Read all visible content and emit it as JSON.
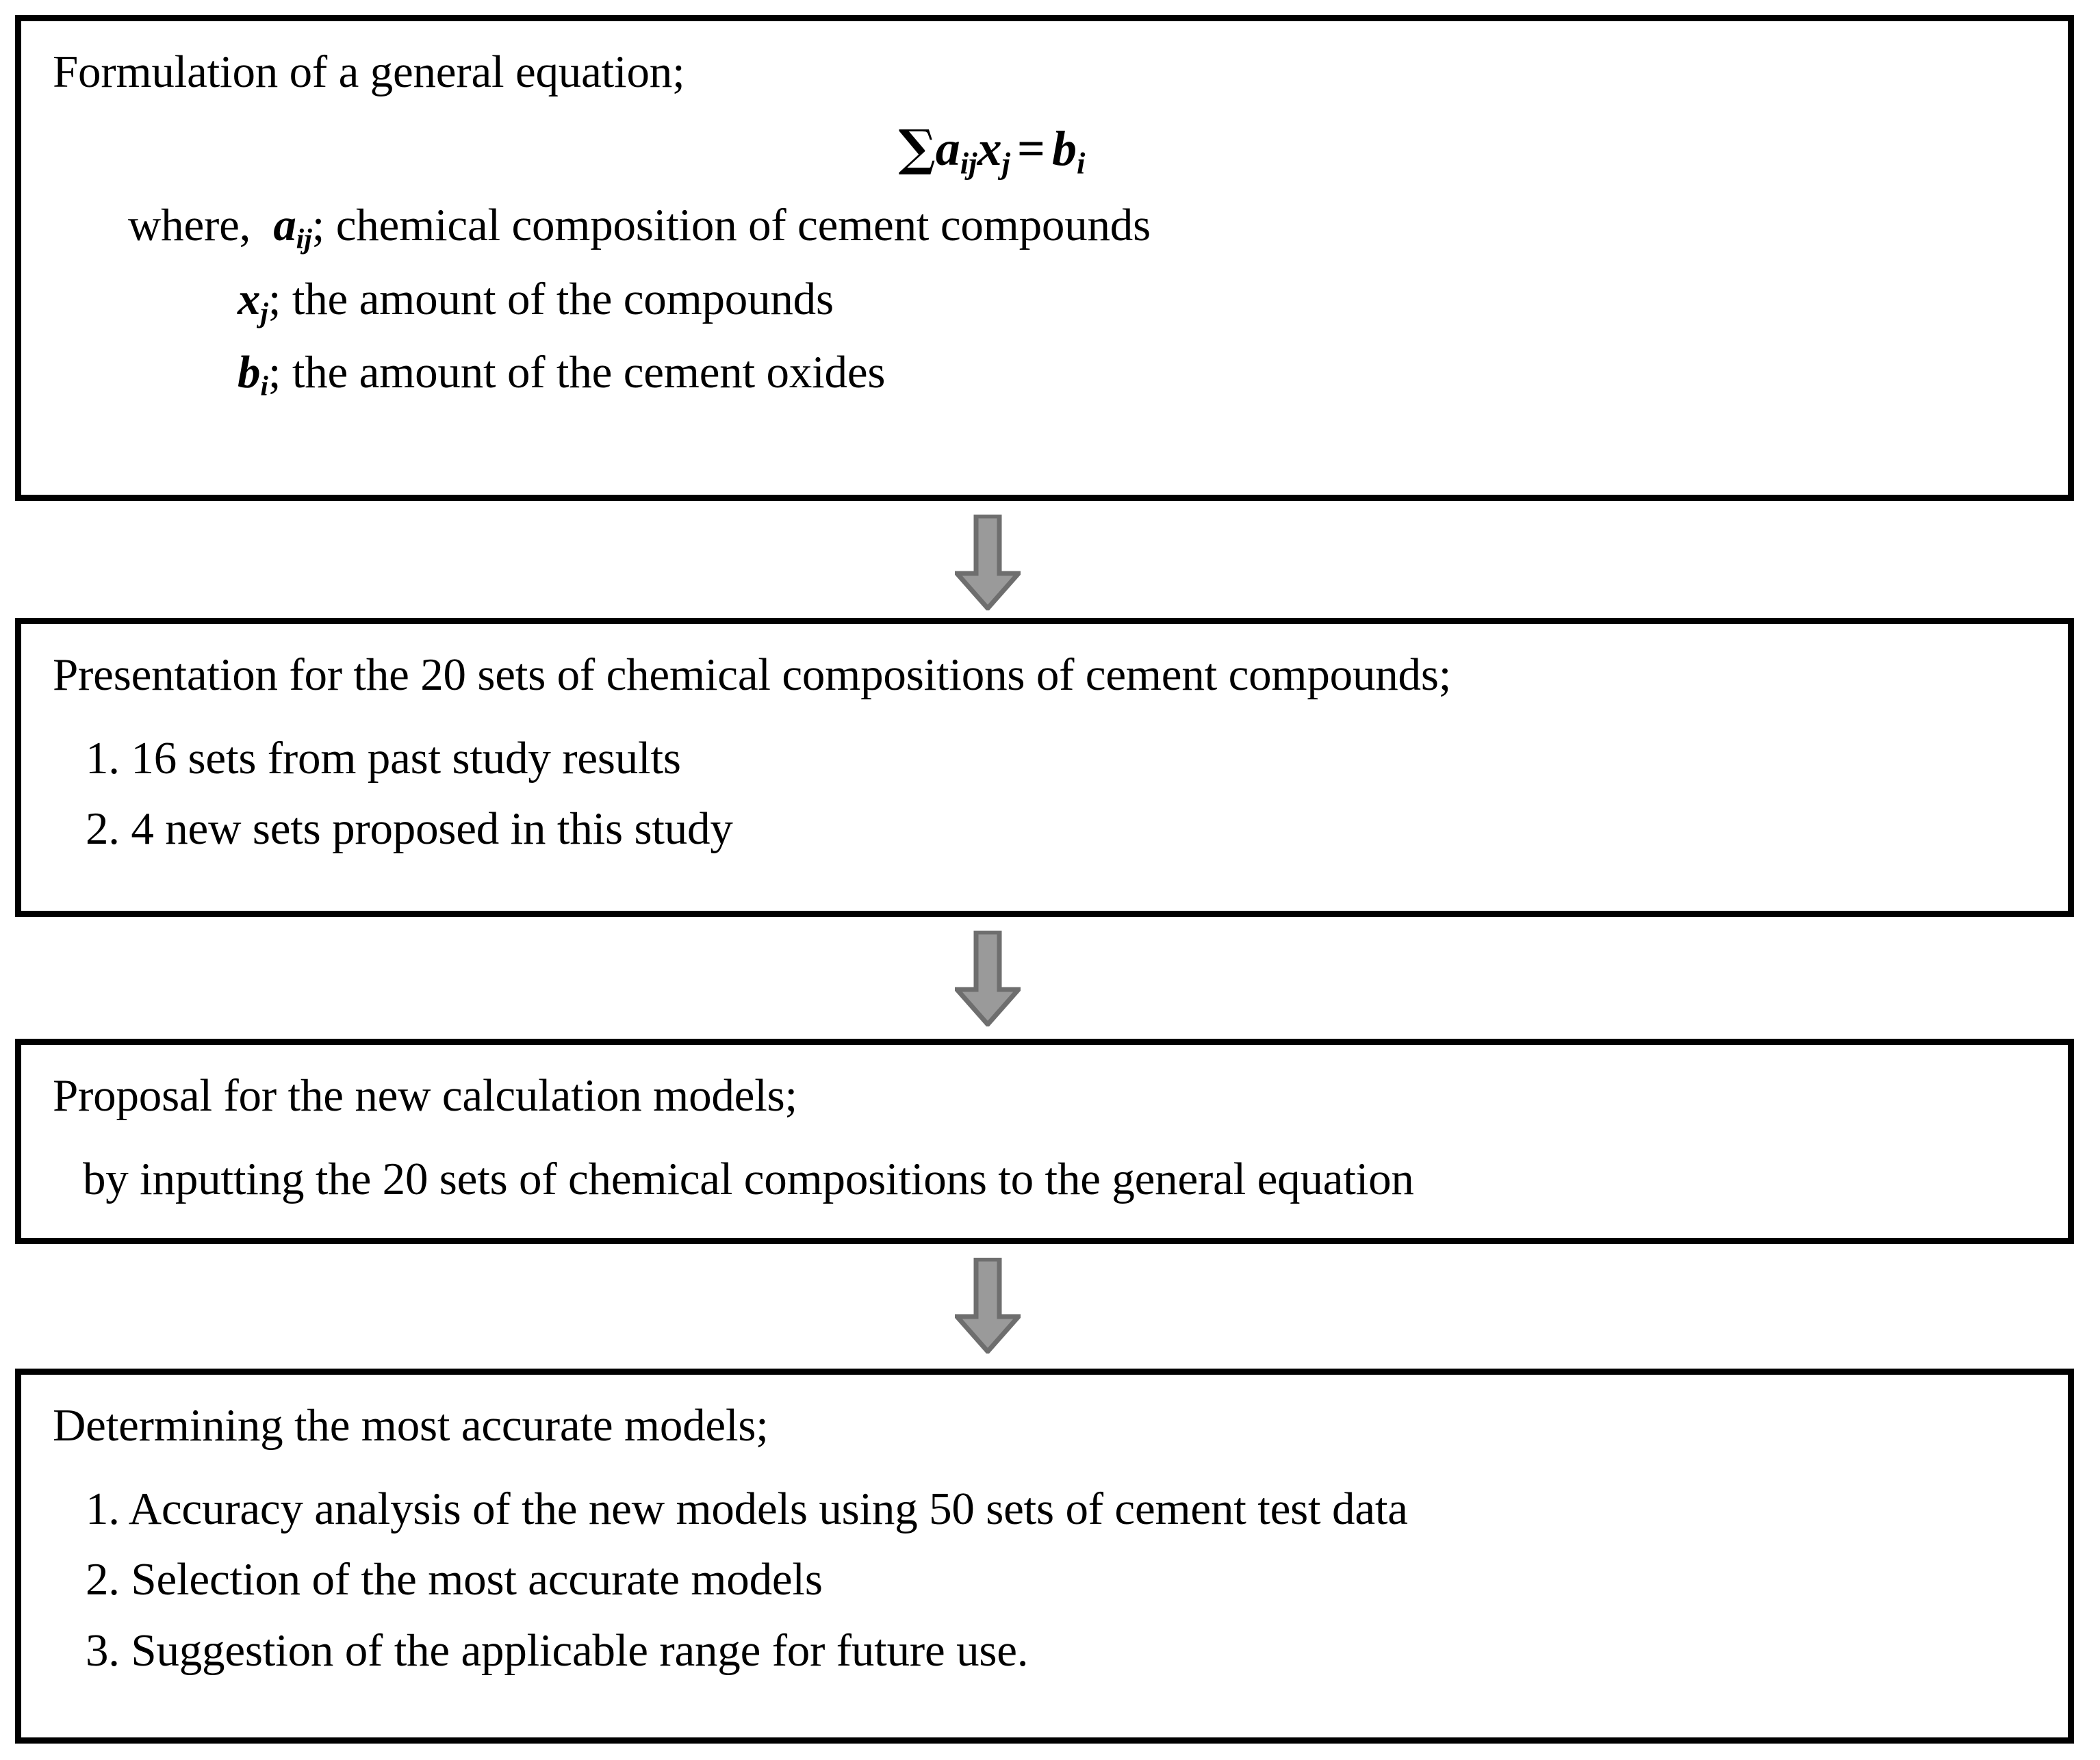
{
  "figure": {
    "type": "flowchart",
    "orientation": "vertical",
    "box_border_color": "#000000",
    "arrow_fill_color": "#9a9a9a",
    "arrow_stroke_color": "#6e6e6e",
    "background_color": "#ffffff"
  },
  "boxes": [
    {
      "id": "box-formulation",
      "title": "Formulation of a general equation;",
      "equation": {
        "sum_symbol": "∑",
        "lhs_a": "a",
        "lhs_a_sub": "ij",
        "lhs_x": "x",
        "lhs_x_sub": "j",
        "equals": "=",
        "rhs_b": "b",
        "rhs_b_sub": "i",
        "plain": "∑aᵢⱼ xⱼ = bᵢ"
      },
      "where_label": "where,",
      "definitions": [
        {
          "symbol": "a",
          "subscript": "ij",
          "separator": ";",
          "text": "chemical composition of cement compounds"
        },
        {
          "symbol": "x",
          "subscript": "j",
          "separator": ";",
          "text": "the amount of the compounds"
        },
        {
          "symbol": "b",
          "subscript": "i",
          "separator": ";",
          "text": "the amount of the cement oxides"
        }
      ]
    },
    {
      "id": "box-presentation",
      "title": "Presentation for the 20 sets of chemical compositions of cement compounds;",
      "items": [
        "1. 16 sets from past study results",
        "2. 4 new sets proposed in this study"
      ]
    },
    {
      "id": "box-proposal",
      "title": "Proposal for the new calculation models;",
      "items": [
        "by inputting the 20 sets of chemical compositions to the general equation"
      ]
    },
    {
      "id": "box-determining",
      "title": "Determining the most accurate models;",
      "items": [
        "1. Accuracy analysis of the new models using 50 sets of cement test data",
        "2. Selection of the most accurate models",
        "3. Suggestion of the applicable range for future use."
      ]
    }
  ],
  "arrows": [
    {
      "id": "arrow-1",
      "from": "box-formulation",
      "to": "box-presentation",
      "direction": "down"
    },
    {
      "id": "arrow-2",
      "from": "box-presentation",
      "to": "box-proposal",
      "direction": "down"
    },
    {
      "id": "arrow-3",
      "from": "box-proposal",
      "to": "box-determining",
      "direction": "down"
    }
  ]
}
